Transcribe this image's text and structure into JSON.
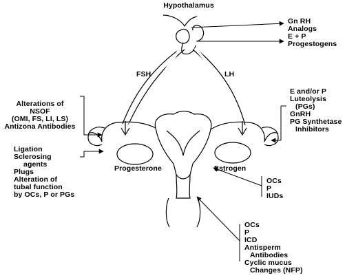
{
  "hypothalamus": "Hypothalamus",
  "hormones": {
    "fsh": "FSH",
    "lh": "LH"
  },
  "sites": {
    "left_ovary": "Progesterone",
    "right_ovary": "Estrogen"
  },
  "hypothalamic_methods": [
    "Gn RH",
    "Analogs",
    "E + P",
    "Progestogens"
  ],
  "ovarian_methods": [
    "E and/or P",
    "Luteolysis",
    "(PGs)",
    "GnRH",
    "PG Synthetase",
    "Inhibitors"
  ],
  "ovum_methods": [
    "Alterations of",
    "NSOF",
    "(OMI, FS, LI, LS)",
    "Antizona Antibodies"
  ],
  "tubal_methods": [
    "Ligation",
    "Sclerosing",
    "agents",
    "Plugs",
    "Alteration of",
    "tubal function",
    "by OCs, P or PGs"
  ],
  "uterine_methods": [
    "OCs",
    "P",
    "IUDs"
  ],
  "cervical_methods": [
    "OCs",
    "P",
    "ICD",
    "Antisperm",
    "Antibodies",
    "Cyclic mucus",
    "Changes (NFP)"
  ],
  "colors": {
    "ink": "#000000",
    "paper": "#ffffff"
  }
}
